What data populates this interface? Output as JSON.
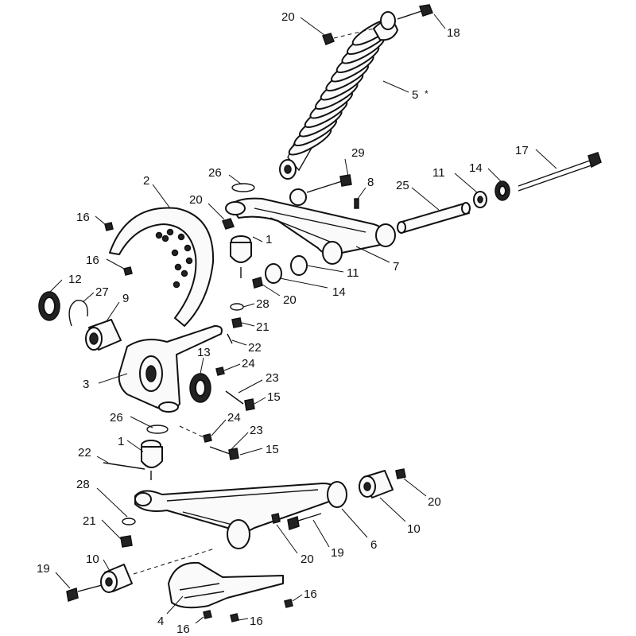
{
  "diagram": {
    "callouts": [
      {
        "id": "c20a",
        "text": "20"
      },
      {
        "id": "c18",
        "text": "18"
      },
      {
        "id": "c5",
        "text": "5"
      },
      {
        "id": "c5star",
        "text": "*"
      },
      {
        "id": "c29",
        "text": "29"
      },
      {
        "id": "c17",
        "text": "17"
      },
      {
        "id": "c26a",
        "text": "26"
      },
      {
        "id": "c8",
        "text": "8"
      },
      {
        "id": "c25",
        "text": "25"
      },
      {
        "id": "c11a",
        "text": "11"
      },
      {
        "id": "c14a",
        "text": "14"
      },
      {
        "id": "c2",
        "text": "2"
      },
      {
        "id": "c20b",
        "text": "20"
      },
      {
        "id": "c16a",
        "text": "16"
      },
      {
        "id": "c1a",
        "text": "1"
      },
      {
        "id": "c7",
        "text": "7"
      },
      {
        "id": "c16b",
        "text": "16"
      },
      {
        "id": "c11b",
        "text": "11"
      },
      {
        "id": "c12",
        "text": "12"
      },
      {
        "id": "c27",
        "text": "27"
      },
      {
        "id": "c14b",
        "text": "14"
      },
      {
        "id": "c20c",
        "text": "20"
      },
      {
        "id": "c9",
        "text": "9"
      },
      {
        "id": "c28a",
        "text": "28"
      },
      {
        "id": "c21a",
        "text": "21"
      },
      {
        "id": "c22a",
        "text": "22"
      },
      {
        "id": "c13",
        "text": "13"
      },
      {
        "id": "c24a",
        "text": "24"
      },
      {
        "id": "c23a",
        "text": "23"
      },
      {
        "id": "c3",
        "text": "3"
      },
      {
        "id": "c15a",
        "text": "15"
      },
      {
        "id": "c26b",
        "text": "26"
      },
      {
        "id": "c24b",
        "text": "24"
      },
      {
        "id": "c23b",
        "text": "23"
      },
      {
        "id": "c1b",
        "text": "1"
      },
      {
        "id": "c15b",
        "text": "15"
      },
      {
        "id": "c22b",
        "text": "22"
      },
      {
        "id": "c28b",
        "text": "28"
      },
      {
        "id": "c20d",
        "text": "20"
      },
      {
        "id": "c21b",
        "text": "21"
      },
      {
        "id": "c10a",
        "text": "10"
      },
      {
        "id": "c20e",
        "text": "20"
      },
      {
        "id": "c19a",
        "text": "19"
      },
      {
        "id": "c6",
        "text": "6"
      },
      {
        "id": "c19b",
        "text": "19"
      },
      {
        "id": "c10b",
        "text": "10"
      },
      {
        "id": "c16c",
        "text": "16"
      },
      {
        "id": "c4",
        "text": "4"
      },
      {
        "id": "c16d",
        "text": "16"
      },
      {
        "id": "c16e",
        "text": "16"
      }
    ]
  }
}
